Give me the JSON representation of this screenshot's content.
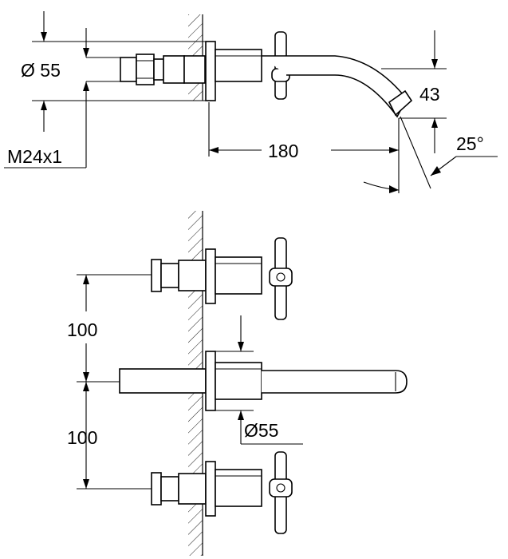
{
  "drawing": {
    "top_view": {
      "diameter_label": "Ø 55",
      "thread_label": "M24x1",
      "length_label": "180",
      "height_label": "43",
      "angle_label": "25°"
    },
    "front_view": {
      "spacing_upper_label": "100",
      "spacing_lower_label": "100",
      "diameter_label": "Ø55"
    }
  }
}
